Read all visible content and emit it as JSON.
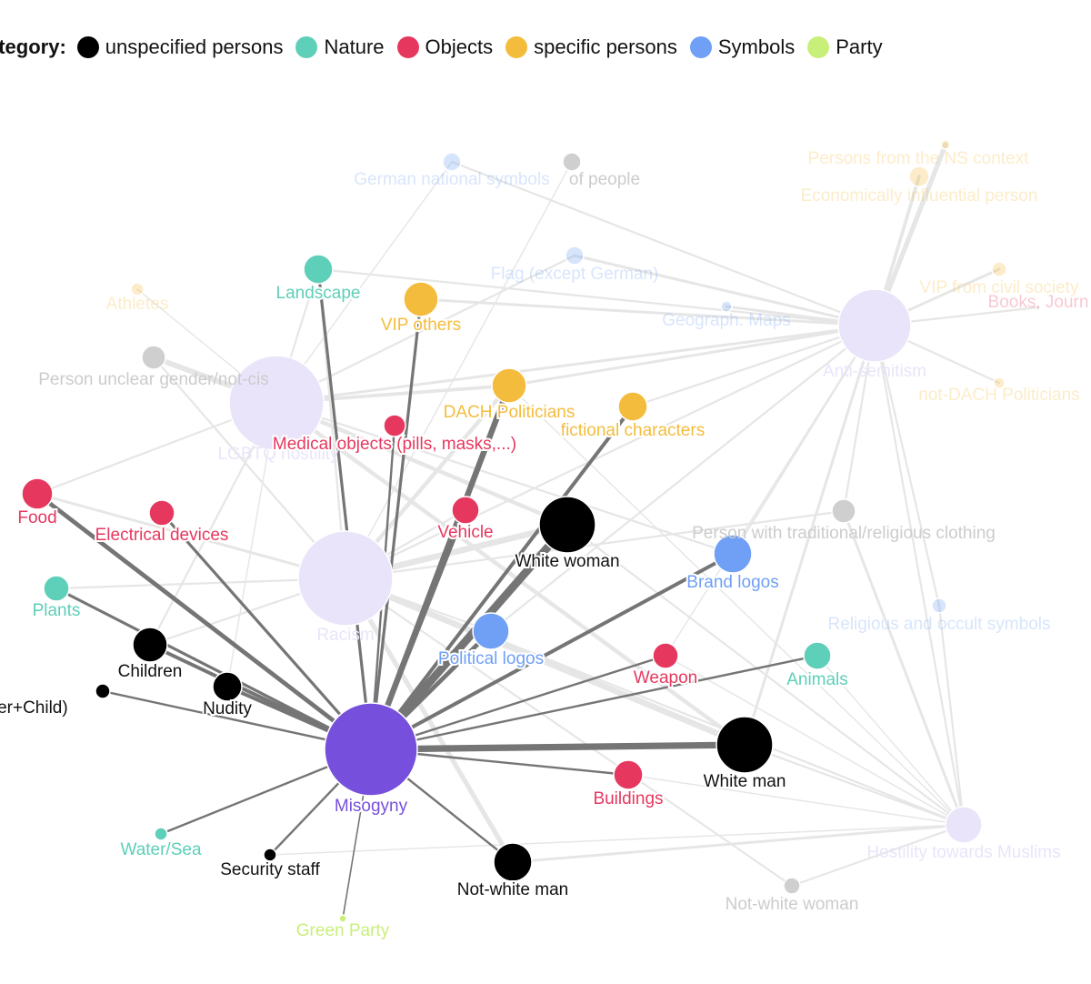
{
  "legend": {
    "title": "ategory:",
    "items": [
      {
        "key": "unspecified_persons",
        "label": "unspecified persons",
        "color": "#000000"
      },
      {
        "key": "nature",
        "label": "Nature",
        "color": "#5ecfb8"
      },
      {
        "key": "objects",
        "label": "Objects",
        "color": "#e6385f"
      },
      {
        "key": "specific_persons",
        "label": "specific persons",
        "color": "#f4bc3c"
      },
      {
        "key": "symbols",
        "label": "Symbols",
        "color": "#6fa0f5"
      },
      {
        "key": "party",
        "label": "Party",
        "color": "#c8ef7a"
      }
    ]
  },
  "network": {
    "colors": {
      "hostility": "#7650dc",
      "unspecified_persons": "#000000",
      "nature": "#5ecfb8",
      "objects": "#e6385f",
      "specific_persons": "#f4bc3c",
      "symbols": "#6fa0f5",
      "party": "#c8ef7a",
      "other": "#cfcfcf",
      "faded_hostility": "#e9e4fa",
      "faded_text": "#cccccc",
      "focus_edge": "#757575",
      "bg_edge": "#e6e6e6"
    },
    "focus": "misogyny",
    "nodes": [
      {
        "id": "misogyny",
        "label": "Misogyny",
        "category": "hostility",
        "active": true
      },
      {
        "id": "racism",
        "label": "Racism",
        "category": "hostility",
        "active": false
      },
      {
        "id": "lgbtq",
        "label": "LGBTQ hostility",
        "category": "hostility",
        "active": false
      },
      {
        "id": "antisemitism",
        "label": "Anti-semitism",
        "category": "hostility",
        "active": false
      },
      {
        "id": "muslims",
        "label": "Hostility towards Muslims",
        "category": "hostility",
        "active": false
      },
      {
        "id": "white_woman",
        "label": "White woman",
        "category": "unspecified_persons",
        "active": true
      },
      {
        "id": "white_man",
        "label": "White man",
        "category": "unspecified_persons",
        "active": true
      },
      {
        "id": "notwhite_man",
        "label": "Not-white man",
        "category": "unspecified_persons",
        "active": true
      },
      {
        "id": "children",
        "label": "Children",
        "category": "unspecified_persons",
        "active": true
      },
      {
        "id": "nudity",
        "label": "Nudity",
        "category": "unspecified_persons",
        "active": true
      },
      {
        "id": "family",
        "label": "Family (Mother+Child)",
        "category": "unspecified_persons",
        "active": true
      },
      {
        "id": "security",
        "label": "Security staff",
        "category": "unspecified_persons",
        "active": true
      },
      {
        "id": "landscape",
        "label": "Landscape",
        "category": "nature",
        "active": true
      },
      {
        "id": "plants",
        "label": "Plants",
        "category": "nature",
        "active": true
      },
      {
        "id": "animals",
        "label": "Animals",
        "category": "nature",
        "active": true
      },
      {
        "id": "water",
        "label": "Water/Sea",
        "category": "nature",
        "active": true
      },
      {
        "id": "food",
        "label": "Food",
        "category": "objects",
        "active": true
      },
      {
        "id": "electrical",
        "label": "Electrical devices",
        "category": "objects",
        "active": true
      },
      {
        "id": "medical",
        "label": "Medical objects (pills, masks,...)",
        "category": "objects",
        "active": true
      },
      {
        "id": "vehicle",
        "label": "Vehicle",
        "category": "objects",
        "active": true
      },
      {
        "id": "weapon",
        "label": "Weapon",
        "category": "objects",
        "active": true
      },
      {
        "id": "buildings",
        "label": "Buildings",
        "category": "objects",
        "active": true
      },
      {
        "id": "vip_others",
        "label": "VIP others",
        "category": "specific_persons",
        "active": true
      },
      {
        "id": "dach",
        "label": "DACH Politicians",
        "category": "specific_persons",
        "active": true
      },
      {
        "id": "fictional",
        "label": "fictional characters",
        "category": "specific_persons",
        "active": true
      },
      {
        "id": "political_logos",
        "label": "Political logos",
        "category": "symbols",
        "active": true
      },
      {
        "id": "brand_logos",
        "label": "Brand logos",
        "category": "symbols",
        "active": true
      },
      {
        "id": "green_party",
        "label": "Green Party",
        "category": "party",
        "active": true
      },
      {
        "id": "german_symbols",
        "label": "German national symbols",
        "category": "symbols",
        "active": false
      },
      {
        "id": "of_people",
        "label": "of people",
        "category": "other",
        "active": false
      },
      {
        "id": "flag",
        "label": "Flag (except German)",
        "category": "symbols",
        "active": false
      },
      {
        "id": "maps",
        "label": "Geograph. Maps",
        "category": "symbols",
        "active": false
      },
      {
        "id": "athletes",
        "label": "Athletes",
        "category": "specific_persons",
        "active": false
      },
      {
        "id": "unclear_gender",
        "label": "Person unclear gender/not-cis",
        "category": "other",
        "active": false
      },
      {
        "id": "ns_context",
        "label": "Persons from the NS context",
        "category": "specific_persons",
        "active": false
      },
      {
        "id": "econ",
        "label": "Economically influential person",
        "category": "specific_persons",
        "active": false
      },
      {
        "id": "vip_civil",
        "label": "VIP from civil society",
        "category": "specific_persons",
        "active": false
      },
      {
        "id": "books",
        "label": "Books, Journ",
        "category": "objects",
        "active": false
      },
      {
        "id": "non_dach",
        "label": "not-DACH Politicians",
        "category": "specific_persons",
        "active": false
      },
      {
        "id": "religious_clothing",
        "label": "Person with traditional/religious clothing",
        "category": "other",
        "active": false
      },
      {
        "id": "religious_symbols",
        "label": "Religious and occult symbols",
        "category": "symbols",
        "active": false
      },
      {
        "id": "notwhite_woman",
        "label": "Not-white woman",
        "category": "other",
        "active": false
      }
    ],
    "edges": [
      {
        "source": "misogyny",
        "target": "white_woman",
        "weight": 10
      },
      {
        "source": "misogyny",
        "target": "white_man",
        "weight": 8
      },
      {
        "source": "misogyny",
        "target": "dach",
        "weight": 7
      },
      {
        "source": "misogyny",
        "target": "food",
        "weight": 5
      },
      {
        "source": "misogyny",
        "target": "political_logos",
        "weight": 5
      },
      {
        "source": "misogyny",
        "target": "brand_logos",
        "weight": 4
      },
      {
        "source": "misogyny",
        "target": "fictional",
        "weight": 4
      },
      {
        "source": "misogyny",
        "target": "vehicle",
        "weight": 4
      },
      {
        "source": "misogyny",
        "target": "children",
        "weight": 4
      },
      {
        "source": "misogyny",
        "target": "nudity",
        "weight": 4
      },
      {
        "source": "misogyny",
        "target": "landscape",
        "weight": 3
      },
      {
        "source": "misogyny",
        "target": "vip_others",
        "weight": 3
      },
      {
        "source": "misogyny",
        "target": "electrical",
        "weight": 3
      },
      {
        "source": "misogyny",
        "target": "plants",
        "weight": 3
      },
      {
        "source": "misogyny",
        "target": "medical",
        "weight": 2
      },
      {
        "source": "misogyny",
        "target": "weapon",
        "weight": 2
      },
      {
        "source": "misogyny",
        "target": "animals",
        "weight": 2
      },
      {
        "source": "misogyny",
        "target": "buildings",
        "weight": 2
      },
      {
        "source": "misogyny",
        "target": "notwhite_man",
        "weight": 2
      },
      {
        "source": "misogyny",
        "target": "family",
        "weight": 2
      },
      {
        "source": "misogyny",
        "target": "security",
        "weight": 2
      },
      {
        "source": "misogyny",
        "target": "water",
        "weight": 2
      },
      {
        "source": "misogyny",
        "target": "green_party",
        "weight": 1
      },
      {
        "source": "racism",
        "target": "white_woman",
        "weight": 8
      },
      {
        "source": "racism",
        "target": "white_man",
        "weight": 8
      },
      {
        "source": "racism",
        "target": "notwhite_man",
        "weight": 6
      },
      {
        "source": "racism",
        "target": "dach",
        "weight": 5
      },
      {
        "source": "racism",
        "target": "food",
        "weight": 3
      },
      {
        "source": "racism",
        "target": "unclear_gender",
        "weight": 2
      },
      {
        "source": "racism",
        "target": "landscape",
        "weight": 2
      },
      {
        "source": "racism",
        "target": "plants",
        "weight": 2
      },
      {
        "source": "racism",
        "target": "children",
        "weight": 2
      },
      {
        "source": "racism",
        "target": "religious_clothing",
        "weight": 2
      },
      {
        "source": "racism",
        "target": "antisemitism",
        "weight": 2
      },
      {
        "source": "racism",
        "target": "vehicle",
        "weight": 2
      },
      {
        "source": "racism",
        "target": "political_logos",
        "weight": 2
      },
      {
        "source": "racism",
        "target": "of_people",
        "weight": 1
      },
      {
        "source": "racism",
        "target": "notwhite_woman",
        "weight": 2
      },
      {
        "source": "lgbtq",
        "target": "unclear_gender",
        "weight": 7
      },
      {
        "source": "lgbtq",
        "target": "white_man",
        "weight": 5
      },
      {
        "source": "lgbtq",
        "target": "white_woman",
        "weight": 5
      },
      {
        "source": "lgbtq",
        "target": "dach",
        "weight": 4
      },
      {
        "source": "lgbtq",
        "target": "athletes",
        "weight": 1
      },
      {
        "source": "lgbtq",
        "target": "landscape",
        "weight": 2
      },
      {
        "source": "lgbtq",
        "target": "children",
        "weight": 2
      },
      {
        "source": "lgbtq",
        "target": "food",
        "weight": 2
      },
      {
        "source": "lgbtq",
        "target": "flag",
        "weight": 2
      },
      {
        "source": "lgbtq",
        "target": "antisemitism",
        "weight": 3
      },
      {
        "source": "lgbtq",
        "target": "brand_logos",
        "weight": 2
      },
      {
        "source": "lgbtq",
        "target": "german_symbols",
        "weight": 1
      },
      {
        "source": "lgbtq",
        "target": "nudity",
        "weight": 1
      },
      {
        "source": "antisemitism",
        "target": "econ",
        "weight": 6
      },
      {
        "source": "antisemitism",
        "target": "ns_context",
        "weight": 4
      },
      {
        "source": "antisemitism",
        "target": "vip_civil",
        "weight": 3
      },
      {
        "source": "antisemitism",
        "target": "books",
        "weight": 2
      },
      {
        "source": "antisemitism",
        "target": "non_dach",
        "weight": 2
      },
      {
        "source": "antisemitism",
        "target": "maps",
        "weight": 3
      },
      {
        "source": "antisemitism",
        "target": "flag",
        "weight": 3
      },
      {
        "source": "antisemitism",
        "target": "vip_others",
        "weight": 3
      },
      {
        "source": "antisemitism",
        "target": "dach",
        "weight": 3
      },
      {
        "source": "antisemitism",
        "target": "white_man",
        "weight": 3
      },
      {
        "source": "antisemitism",
        "target": "german_symbols",
        "weight": 2
      },
      {
        "source": "antisemitism",
        "target": "religious_symbols",
        "weight": 2
      },
      {
        "source": "antisemitism",
        "target": "muslims",
        "weight": 2
      },
      {
        "source": "antisemitism",
        "target": "fictional",
        "weight": 2
      },
      {
        "source": "antisemitism",
        "target": "landscape",
        "weight": 2
      },
      {
        "source": "antisemitism",
        "target": "brand_logos",
        "weight": 2
      },
      {
        "source": "antisemitism",
        "target": "political_logos",
        "weight": 2
      },
      {
        "source": "antisemitism",
        "target": "weapon",
        "weight": 1
      },
      {
        "source": "antisemitism",
        "target": "religious_clothing",
        "weight": 2
      },
      {
        "source": "muslims",
        "target": "religious_clothing",
        "weight": 3
      },
      {
        "source": "muslims",
        "target": "notwhite_man",
        "weight": 3
      },
      {
        "source": "muslims",
        "target": "notwhite_woman",
        "weight": 2
      },
      {
        "source": "muslims",
        "target": "white_man",
        "weight": 2
      },
      {
        "source": "muslims",
        "target": "white_woman",
        "weight": 2
      },
      {
        "source": "muslims",
        "target": "religious_symbols",
        "weight": 2
      },
      {
        "source": "muslims",
        "target": "animals",
        "weight": 1
      },
      {
        "source": "muslims",
        "target": "buildings",
        "weight": 1
      },
      {
        "source": "muslims",
        "target": "weapon",
        "weight": 1
      },
      {
        "source": "muslims",
        "target": "dach",
        "weight": 1
      },
      {
        "source": "muslims",
        "target": "security",
        "weight": 1
      },
      {
        "source": "muslims",
        "target": "racism",
        "weight": 2
      }
    ]
  }
}
